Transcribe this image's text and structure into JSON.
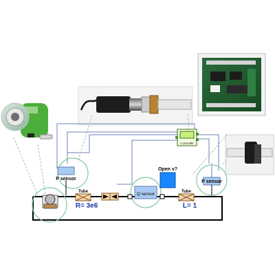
{
  "diagram": {
    "blocks": {
      "p_sensor_left": "P sensor",
      "tube_left_title": "Tube",
      "tube_left_param": "R= 3e6",
      "q_sensor": "Q sensor",
      "open_valve": "Open v?",
      "tube_right_title": "Tube",
      "tube_right_param": "L=   1",
      "p_sensor_right": "P sensor",
      "controller": "Controller"
    },
    "colors": {
      "line": "#6f82b8",
      "pipe": "#000000",
      "sensor": "#a9cbf2",
      "open_block": "#1a86ff",
      "controller": "#c6f07a",
      "highlight_circle": "#83c8a3",
      "tube": "#d98b3a",
      "param_text": "#1a3aa8"
    }
  }
}
